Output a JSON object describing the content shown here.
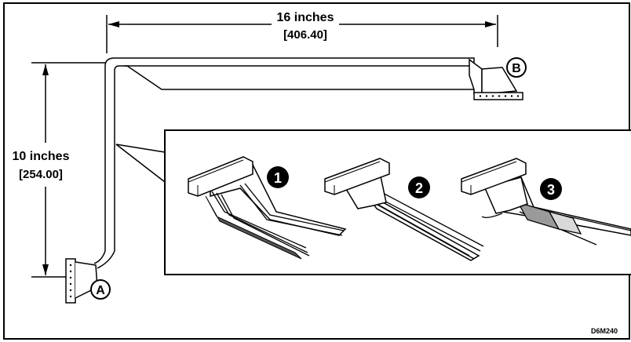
{
  "dimensions": {
    "horizontal": {
      "value": "16 inches",
      "metric": "[406.40]"
    },
    "vertical": {
      "value": "10 inches",
      "metric": "[254.00]"
    }
  },
  "connectors": {
    "a": {
      "label": "A"
    },
    "b": {
      "label": "B"
    }
  },
  "steps": [
    {
      "label": "1"
    },
    {
      "label": "2"
    },
    {
      "label": "3"
    }
  ],
  "figure_code": "D6M240",
  "colors": {
    "line": "#000000",
    "background": "#ffffff",
    "shade": "#bdbdbd"
  }
}
